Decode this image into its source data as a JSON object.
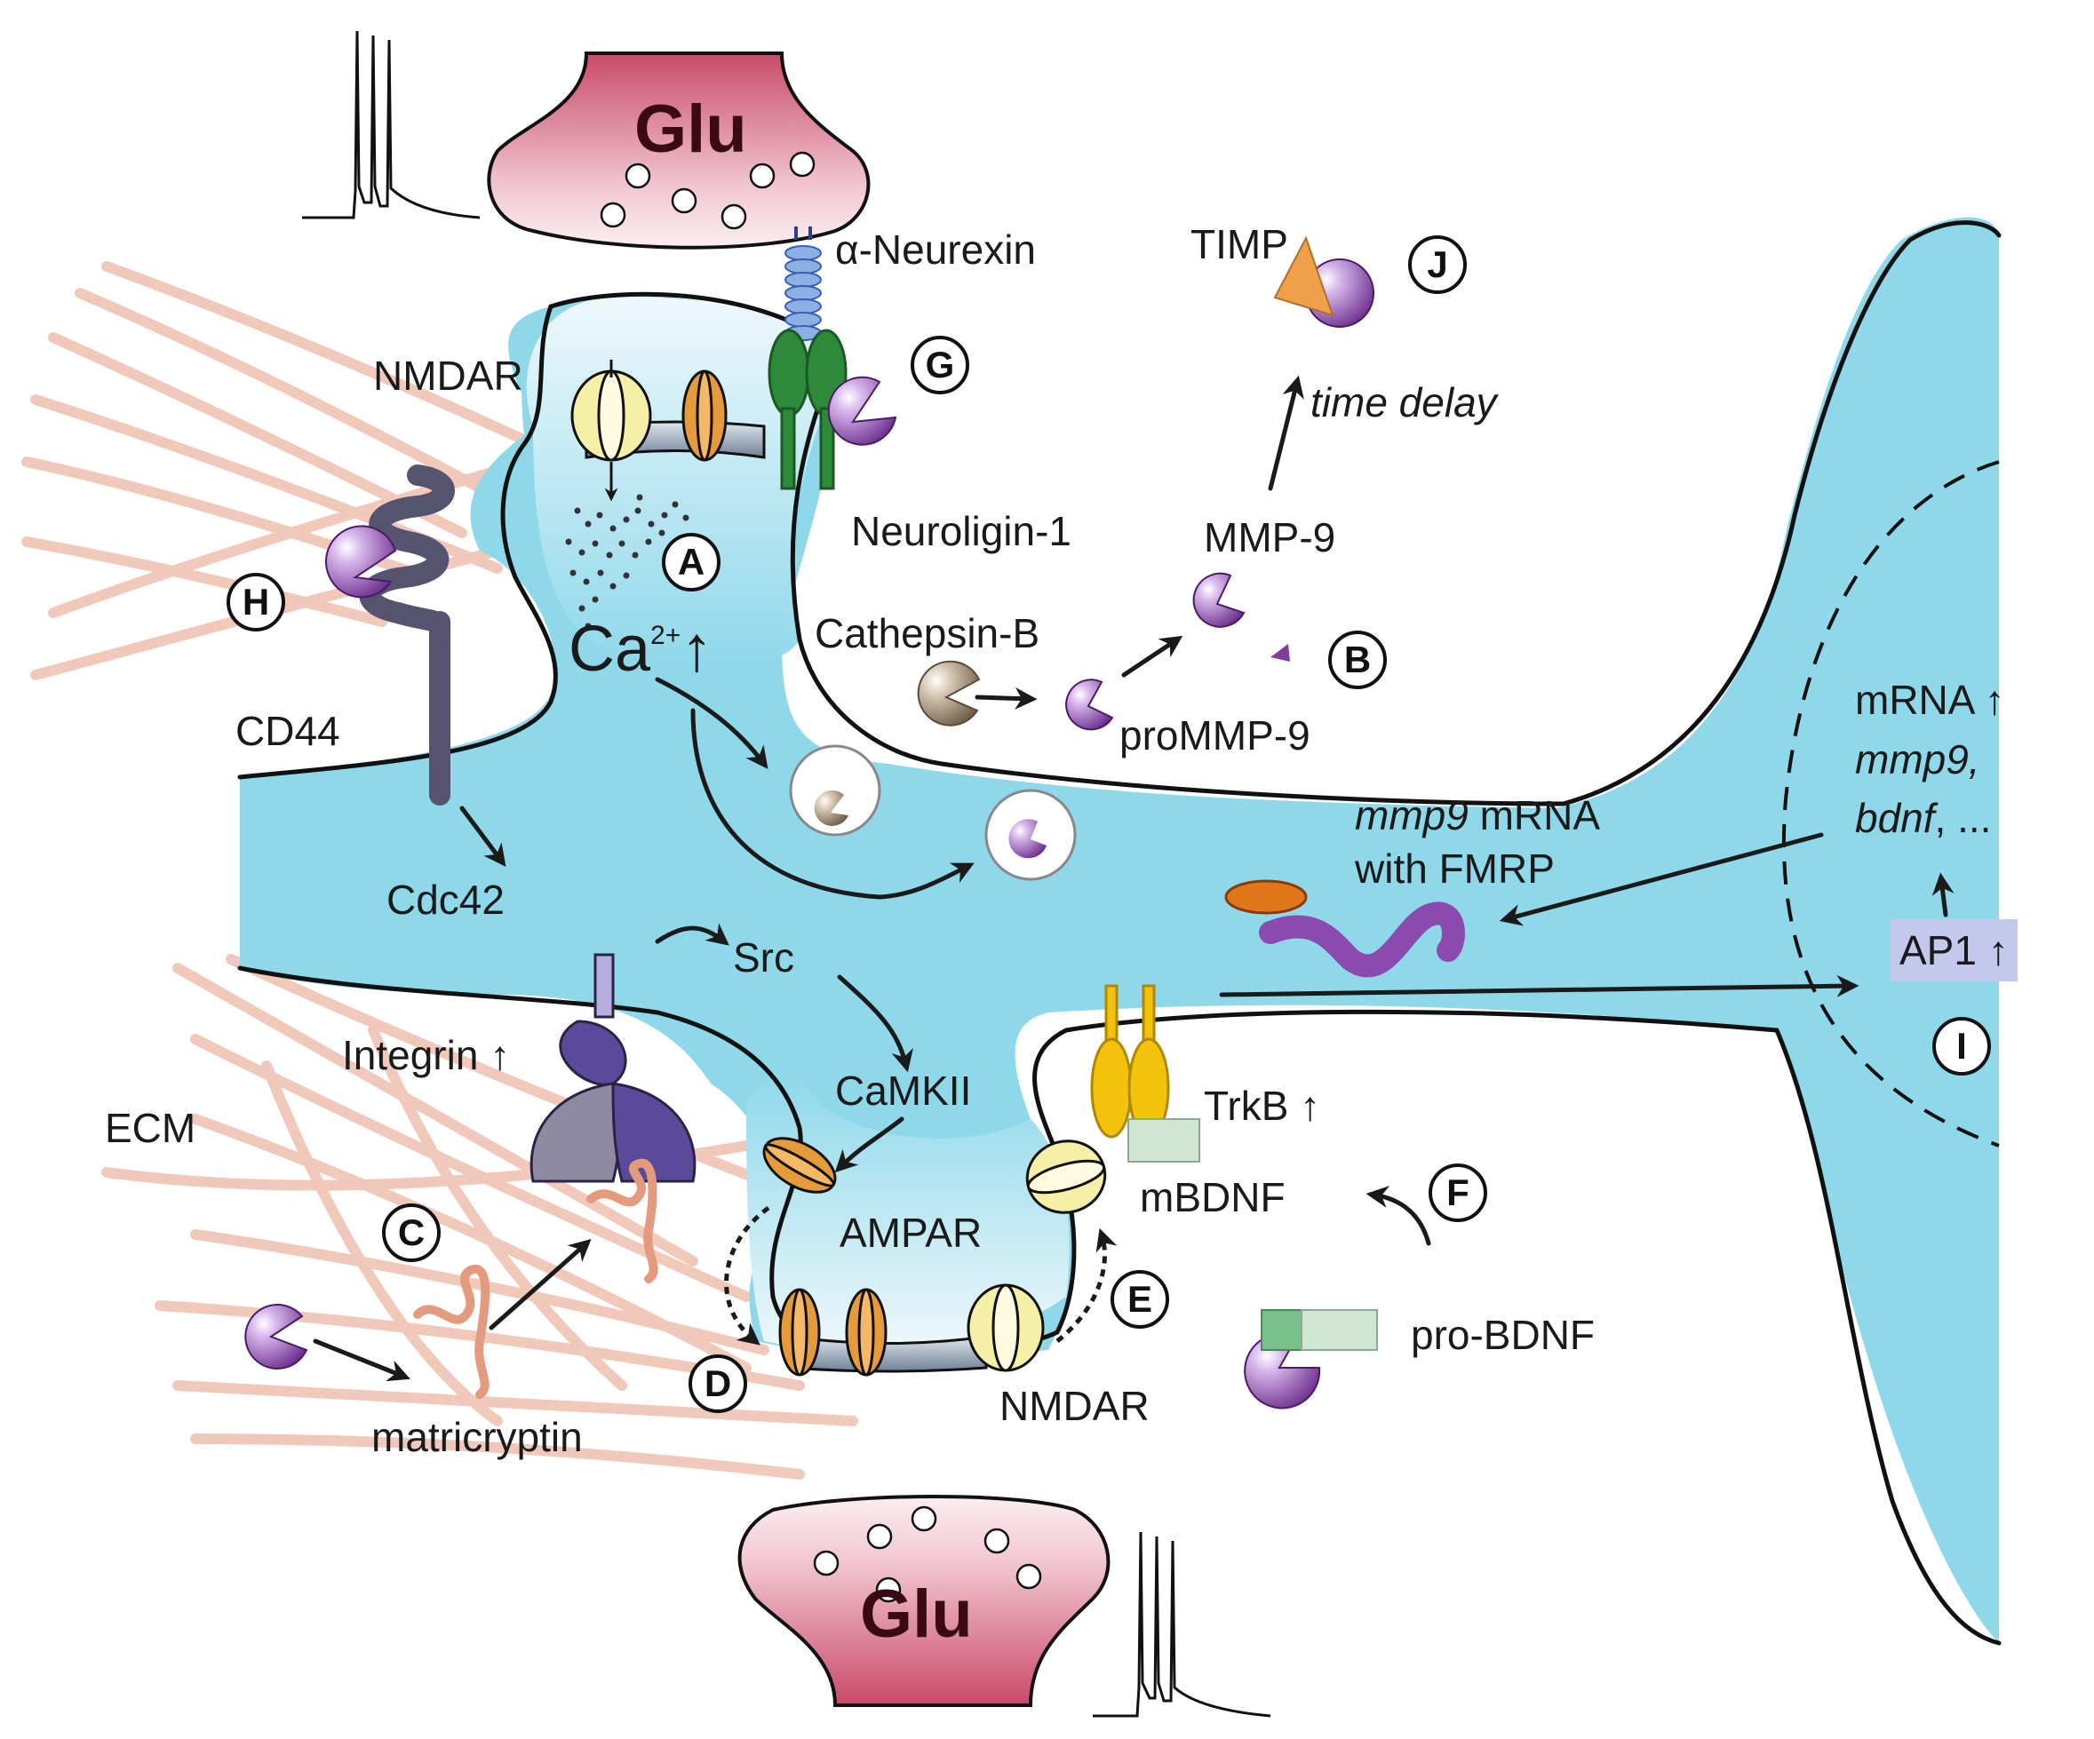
{
  "labels": {
    "glu_top": "Glu",
    "glu_bottom": "Glu",
    "alpha_neurexin": "α-Neurexin",
    "nmdar_top": "NMDAR",
    "neuroligin": "Neuroligin-1",
    "ca": "Ca",
    "ca_sup": "2+",
    "ca_arrow": "↑",
    "cd44": "CD44",
    "cdc42": "Cdc42",
    "timp": "TIMP",
    "time_delay": "time delay",
    "mmp9": "MMP-9",
    "cathepsin": "Cathepsin-B",
    "prommp9": "proMMP-9",
    "mrna_up": "mRNA ↑",
    "mmp9_gene": "mmp9,",
    "bdnf_gene": "bdnf",
    "gene_etc": ", ...",
    "mmp9_mrna_italic": "mmp9",
    "mmp9_mrna_rest": " mRNA",
    "with_fmrp": "with FMRP",
    "src": "Src",
    "integrin": "Integrin ↑",
    "ecm": "ECM",
    "camkii": "CaMKII",
    "trkb": "TrkB ↑",
    "ampar": "AMPAR",
    "mbdnf": "mBDNF",
    "ap1": "AP1 ↑",
    "matricryptin": "matricryptin",
    "nmdar_bottom": "NMDAR",
    "probdnf": "pro-BDNF"
  },
  "markers": {
    "A": "A",
    "B": "B",
    "C": "C",
    "D": "D",
    "E": "E",
    "F": "F",
    "G": "G",
    "H": "H",
    "I": "I",
    "J": "J"
  },
  "colors": {
    "cytoplasm": "#8fd8ea",
    "glu_terminal": "#c94a6a",
    "mmp_purple": "#7e3f9e",
    "ecm_fiber": "#f0c4b4",
    "nmdar": "#f6efa8",
    "ampar": "#e59a3c",
    "neuroligin": "#2d8a3a",
    "cd44": "#55536e",
    "integrin": "#5b4a9a",
    "trkb": "#f4c20d",
    "timp": "#f0a04a"
  }
}
